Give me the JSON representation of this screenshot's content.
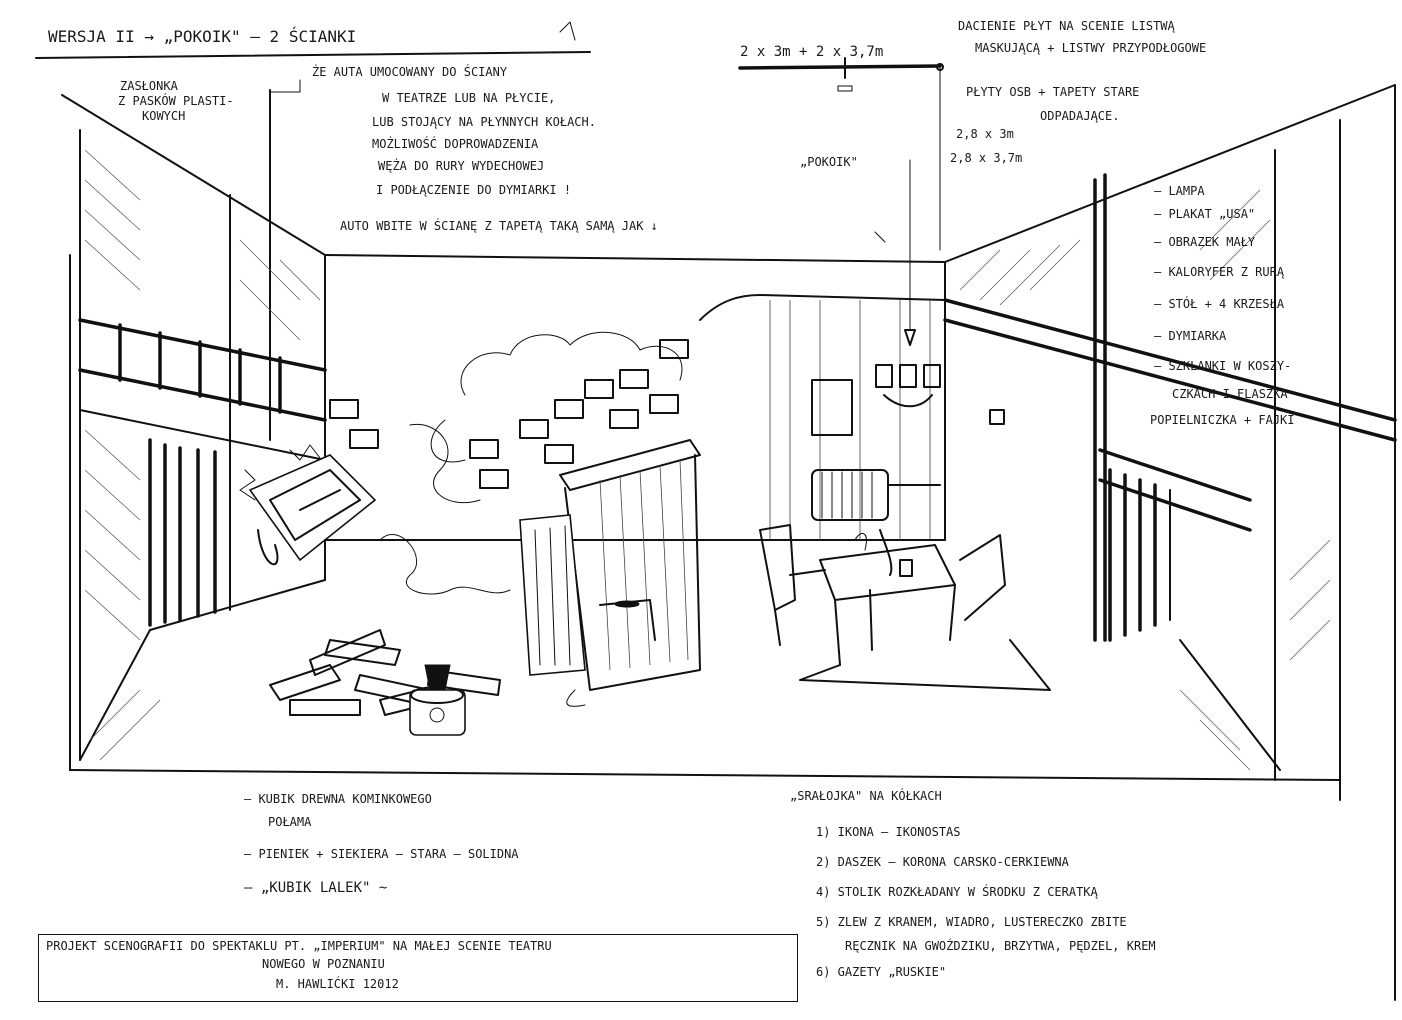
{
  "header": {
    "version_title": "WERSJA II → „POKOIK\" – 2 ŚCIANKI",
    "dimensions": "2 x 3m + 2 x 3,7m",
    "right_note_1": "DACIENIE PŁYT NA SCENIE LISTWĄ",
    "right_note_2": "MASKUJĄCĄ + LISTWY PRZYPODŁOGOWE"
  },
  "notes": {
    "curtain": [
      "ZASŁONKA",
      "Z PASKÓW PLASTI-",
      "KOWYCH"
    ],
    "car": [
      "ŻE AUTA UMOCOWANY DO ŚCIANY",
      "W TEATRZE LUB NA PŁYCIE,",
      "LUB STOJĄCY NA PŁYNNYCH KOŁACH.",
      "MOŻLIWOŚĆ DOPROWADZENIA",
      "WĘŻA DO RURY WYDECHOWEJ",
      "I PODŁĄCZENIE DO DYMIARKI !"
    ],
    "car_wall": "AUTO WBITE W ŚCIANĘ Z TAPETĄ TAKĄ SAMĄ JAK ↓",
    "boards": [
      "PŁYTY OSB + TAPETY STARE",
      "ODPADAJĄCE."
    ],
    "sizes": [
      "2,8 x 3m",
      "2,8 x 3,7m"
    ],
    "room_label": "„POKOIK\""
  },
  "props_right": [
    "– LAMPA",
    "– PLAKAT „USA\"",
    "– OBRAZEK MAŁY",
    "– KALORYFER Z RURĄ",
    "– STÓŁ + 4 KRZESŁA",
    "– DYMIARKA",
    "– SZKLANKI W KOSZY-",
    "CZKACH I FLASZKA",
    "POPIELNICZKA + FAJKI"
  ],
  "props_bottom_left": [
    "– KUBIK DREWNA KOMINKOWEGO",
    "POŁAMA",
    "– PIENIEK + SIEKIERA – STARA – SOLIDNA",
    "– „KUBIK LALEK\" ~"
  ],
  "wagon": {
    "title": "„SRAŁOJKA\" NA KÓŁKACH",
    "items": [
      "1) IKONA – IKONOSTAS",
      "2) DASZEK – KORONA CARSKO-CERKIEWNA",
      "4) STOLIK ROZKŁADANY W ŚRODKU Z CERATKĄ",
      "5) ZLEW Z KRANEM, WIADRO, LUSTERECZKO ZBITE",
      "RĘCZNIK NA GWOŹDZIKU, BRZYTWA, PĘDZEL, KREM",
      "6) GAZETY „RUSKIE\""
    ]
  },
  "footer": {
    "line1": "PROJEKT SCENOGRAFII DO SPEKTAKLU PT. „IMPERIUM\" NA MAŁEJ SCENIE TEATRU",
    "line2": "NOWEGO W POZNANIU",
    "line3": "M. HAWLIĆKI 12012"
  }
}
